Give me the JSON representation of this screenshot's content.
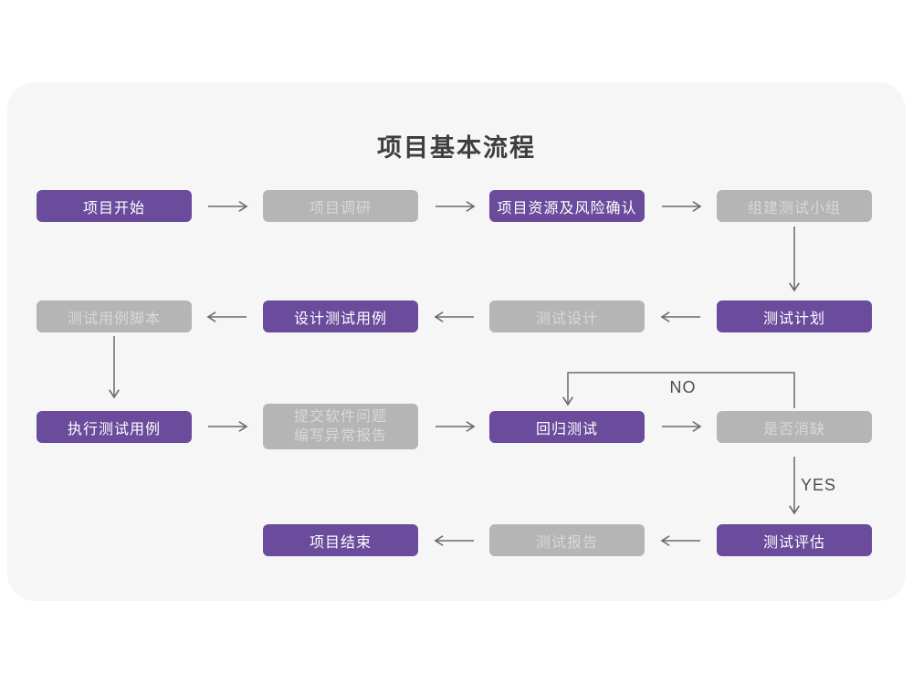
{
  "title": "项目基本流程",
  "colors": {
    "purple": "#6a4b9c",
    "gray": "#b5b5b5",
    "grayText": "#d8d8d8",
    "cardBg": "#f6f6f7",
    "line": "#6a6a6a",
    "lineLabel": "#4c4c4c",
    "titleColor": "#3f3f3f"
  },
  "nodes": [
    {
      "id": "start",
      "label": "项目开始",
      "variant": "purple"
    },
    {
      "id": "research",
      "label": "项目调研",
      "variant": "gray"
    },
    {
      "id": "resources",
      "label": "项目资源及风险确认",
      "variant": "purple"
    },
    {
      "id": "team",
      "label": "组建测试小组",
      "variant": "gray"
    },
    {
      "id": "case-script",
      "label": "测试用例脚本",
      "variant": "gray"
    },
    {
      "id": "case-design",
      "label": "设计测试用例",
      "variant": "purple"
    },
    {
      "id": "test-design",
      "label": "测试设计",
      "variant": "gray"
    },
    {
      "id": "plan",
      "label": "测试计划",
      "variant": "purple"
    },
    {
      "id": "execute",
      "label": "执行测试用例",
      "variant": "purple"
    },
    {
      "id": "report-issue",
      "lines": [
        "提交软件问题",
        "编写异常报告"
      ],
      "variant": "gray"
    },
    {
      "id": "regression",
      "label": "回归测试",
      "variant": "purple"
    },
    {
      "id": "defect-check",
      "label": "是否消缺",
      "variant": "gray"
    },
    {
      "id": "end",
      "label": "项目结束",
      "variant": "purple"
    },
    {
      "id": "report",
      "label": "测试报告",
      "variant": "gray"
    },
    {
      "id": "evaluate",
      "label": "测试评估",
      "variant": "purple"
    }
  ],
  "edges": [
    {
      "from": "项目开始",
      "to": "项目调研"
    },
    {
      "from": "项目调研",
      "to": "项目资源及风险确认"
    },
    {
      "from": "项目资源及风险确认",
      "to": "组建测试小组"
    },
    {
      "from": "组建测试小组",
      "to": "测试计划"
    },
    {
      "from": "测试计划",
      "to": "测试设计"
    },
    {
      "from": "测试设计",
      "to": "设计测试用例"
    },
    {
      "from": "设计测试用例",
      "to": "测试用例脚本"
    },
    {
      "from": "测试用例脚本",
      "to": "执行测试用例"
    },
    {
      "from": "执行测试用例",
      "to": "提交软件问题 编写异常报告"
    },
    {
      "from": "提交软件问题 编写异常报告",
      "to": "回归测试"
    },
    {
      "from": "回归测试",
      "to": "是否消缺"
    },
    {
      "from": "是否消缺",
      "to": "回归测试",
      "label": "NO"
    },
    {
      "from": "是否消缺",
      "to": "测试评估",
      "label": "YES"
    },
    {
      "from": "测试评估",
      "to": "测试报告"
    },
    {
      "from": "测试报告",
      "to": "项目结束"
    }
  ]
}
